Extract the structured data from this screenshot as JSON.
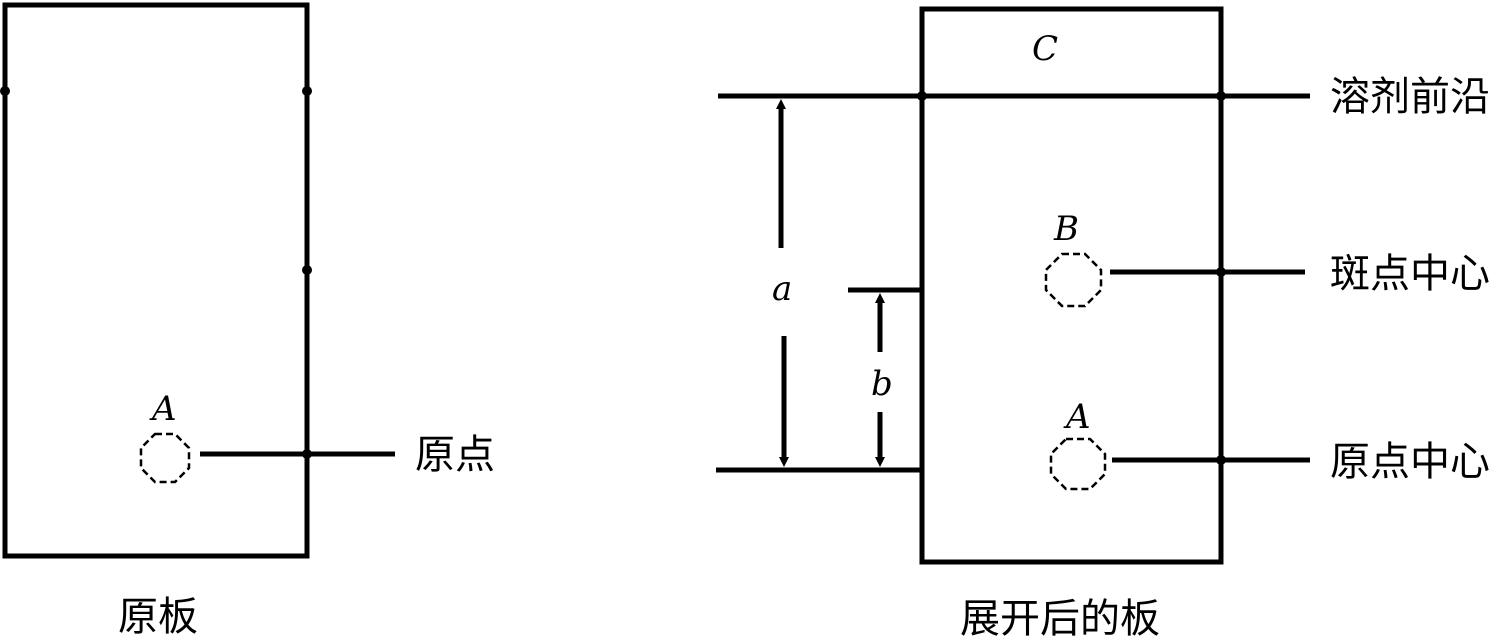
{
  "left_panel": {
    "caption": "原板",
    "spot_label": "A",
    "origin_label": "原点"
  },
  "right_panel": {
    "caption": "展开后的板",
    "top_label": "C",
    "spot_b_label": "B",
    "spot_a_label": "A",
    "solvent_front_label": "溶剂前沿",
    "spot_center_label": "斑点中心",
    "origin_center_label": "原点中心",
    "distance_a_label": "a",
    "distance_b_label": "b"
  }
}
